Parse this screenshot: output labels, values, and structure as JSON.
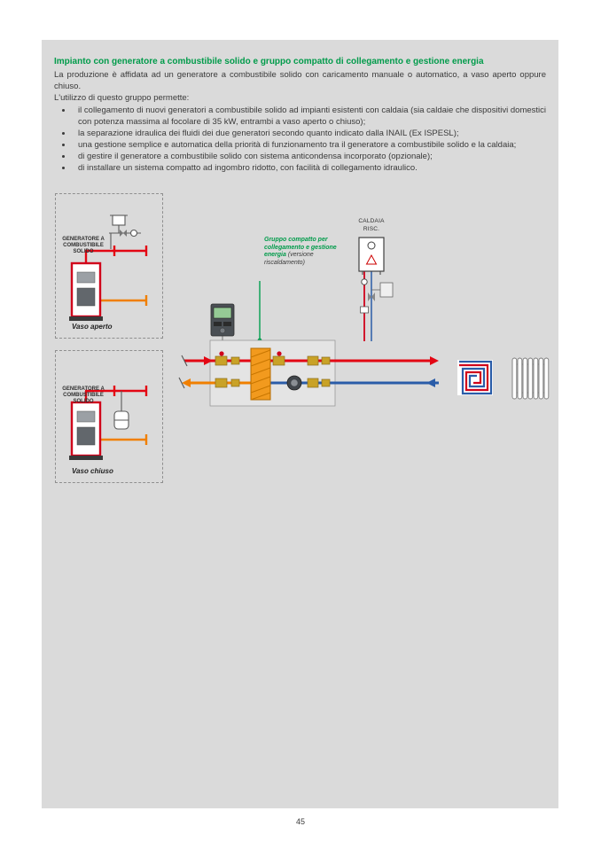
{
  "page": {
    "number": "45"
  },
  "article": {
    "title": "Impianto con generatore a combustibile solido e gruppo compatto di collegamento e gestione energia",
    "intro": "La produzione è affidata ad un generatore a combustibile solido con caricamento manuale o automatico, a vaso aperto oppure chiuso.",
    "list_intro": "L'utilizzo di questo gruppo permette:",
    "bullets": [
      "il collegamento di nuovi generatori a combustibile solido ad impianti esistenti con caldaia (sia caldaie che dispositivi domestici con potenza massima al focolare di 35 kW, entrambi a vaso aperto o chiuso);",
      "la separazione idraulica dei fluidi dei due generatori secondo quanto indicato dalla INAIL (Ex ISPESL);",
      "una gestione semplice e automatica della priorità di funzionamento tra il generatore a combustibile solido e la caldaia;",
      "di gestire il generatore a combustibile solido con sistema anticondensa incorporato (opzionale);",
      "di installare un sistema compatto ad ingombro ridotto, con facilità di collegamento idraulico."
    ]
  },
  "diagram": {
    "generator_label_lines": [
      "GENERATORE A",
      "COMBUSTIBILE",
      "SOLIDO"
    ],
    "vaso_aperto_label": "Vaso aperto",
    "vaso_chiuso_label": "Vaso chiuso",
    "group_label_bold": "Gruppo compatto per collegamento e gestione energia",
    "group_label_normal": "(versione riscaldamento)",
    "caldaia_label": "CALDAIA",
    "caldaia_sub_label": "RISC.",
    "colors": {
      "accent_green": "#009b4a",
      "pipe_red": "#e30613",
      "pipe_blue": "#2a5ca8",
      "pipe_orange": "#f07f00",
      "panel_gray": "#dadada"
    }
  }
}
